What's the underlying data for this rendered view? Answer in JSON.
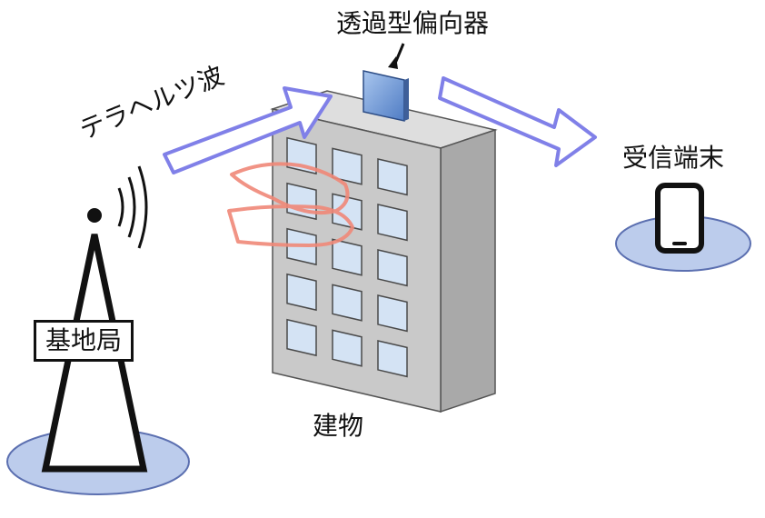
{
  "labels": {
    "terahertz_wave": "テラヘルツ波",
    "deflector": "透過型偏向器",
    "receiver": "受信端末",
    "base_station": "基地局",
    "building": "建物"
  },
  "colors": {
    "arrow_fill": "#ffffff",
    "arrow_stroke": "#8080e8",
    "blocked_wave": "#f08878",
    "ground_fill": "#bcccec",
    "ground_stroke": "#5b6fb0",
    "building_front": "#c9c9c9",
    "building_side": "#a9a9a9",
    "building_top": "#dedede",
    "window": "#d4e3f4",
    "deflector_panel": "#6f9bd8",
    "line": "#111111"
  }
}
